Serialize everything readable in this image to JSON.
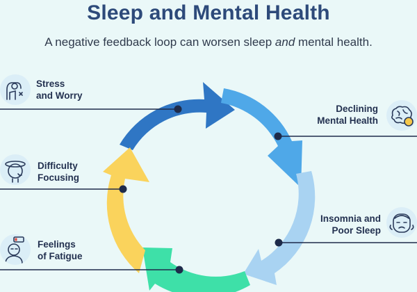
{
  "title": "Sleep and Mental Health",
  "subtitle": {
    "before": "A negative feedback loop can worsen sleep ",
    "emphasis": "and",
    "after": " mental health."
  },
  "stages": [
    {
      "line1": "Stress",
      "line2": "and Worry",
      "icon": "stress-icon",
      "color": "#2f76c4"
    },
    {
      "line1": "Declining",
      "line2": "Mental Health",
      "icon": "brain-icon",
      "color": "#4fa8e8"
    },
    {
      "line1": "Insomnia and",
      "line2": "Poor Sleep",
      "icon": "sleepless-face-icon",
      "color": "#a9d3f2"
    },
    {
      "line1": "Feelings",
      "line2": "of Fatigue",
      "icon": "tired-person-icon",
      "color": "#3ee0a8"
    },
    {
      "line1": "Difficulty",
      "line2": "Focusing",
      "icon": "dizzy-head-icon",
      "color": "#fad35c"
    }
  ],
  "colors": {
    "title": "#2d4a7a",
    "lines": "#1e2b4a",
    "background": "#eaf8f8",
    "icon_bg": "#dbeef7"
  }
}
